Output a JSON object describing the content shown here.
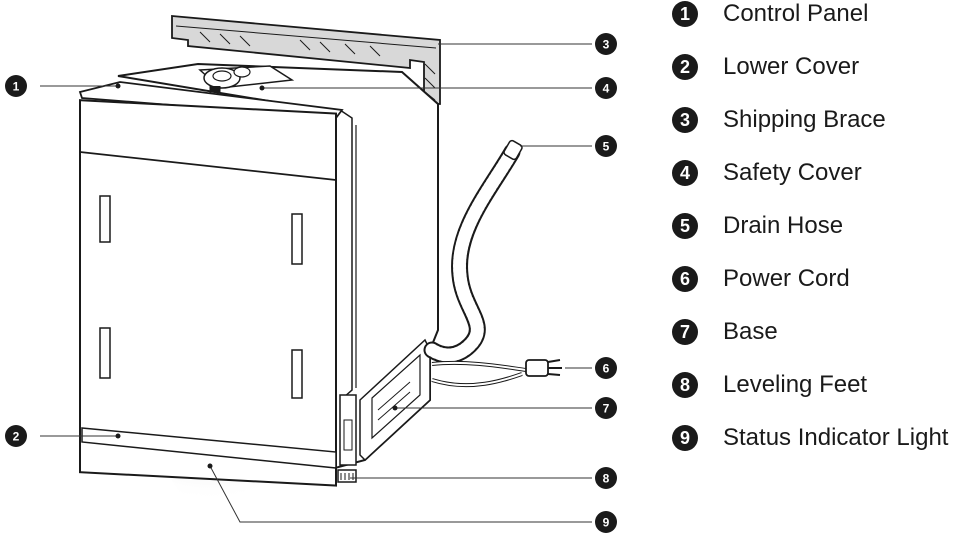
{
  "colors": {
    "ink": "#1a1a1a",
    "badge": "#1a1a1a",
    "badge_text": "#ffffff",
    "brace": "#d8d8d8",
    "leader": "#333333"
  },
  "legend": [
    {
      "number": "1",
      "label": "Control Panel"
    },
    {
      "number": "2",
      "label": "Lower Cover"
    },
    {
      "number": "3",
      "label": "Shipping Brace"
    },
    {
      "number": "4",
      "label": "Safety Cover"
    },
    {
      "number": "5",
      "label": "Drain Hose"
    },
    {
      "number": "6",
      "label": "Power Cord"
    },
    {
      "number": "7",
      "label": "Base"
    },
    {
      "number": "8",
      "label": "Leveling Feet"
    },
    {
      "number": "9",
      "label": "Status Indicator Light"
    }
  ],
  "callouts": [
    "1",
    "2",
    "3",
    "4",
    "5",
    "6",
    "7",
    "8",
    "9"
  ]
}
